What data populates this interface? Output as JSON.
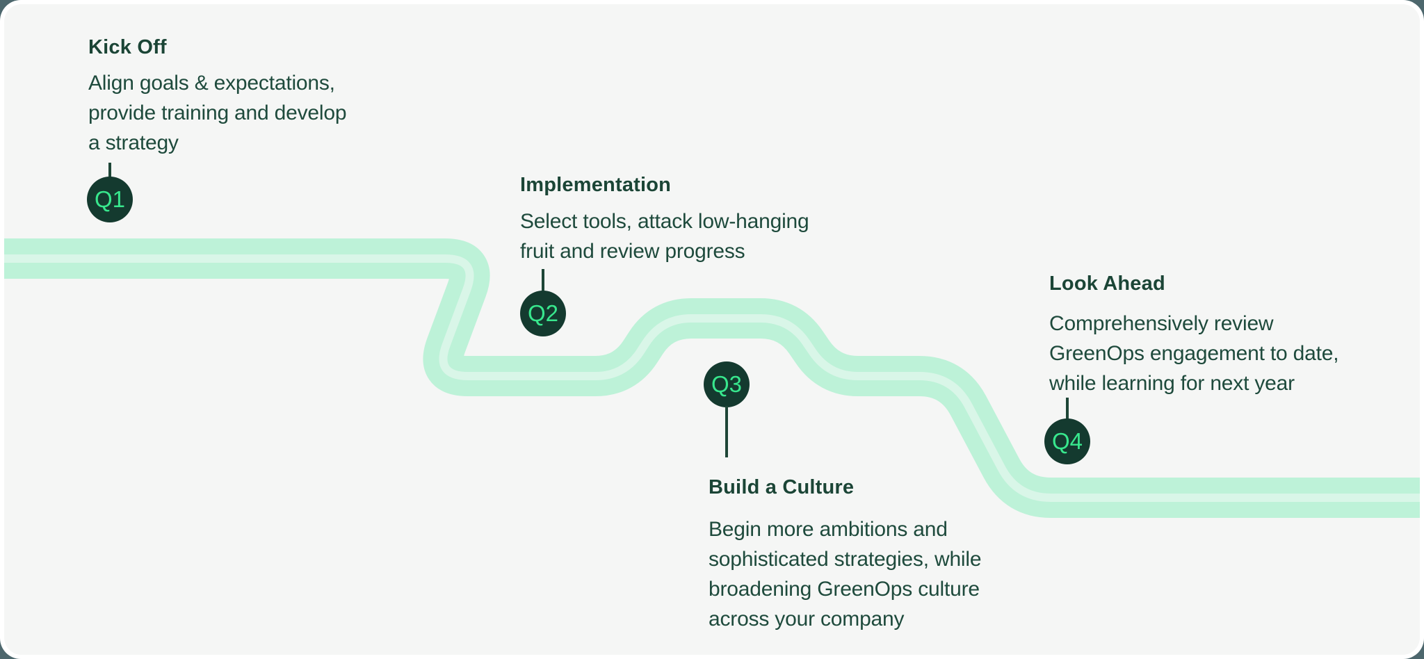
{
  "page": {
    "background": "#4d676d",
    "frame_color": "#ffffff",
    "card_background": "#f5f6f5"
  },
  "path": {
    "band_color": "#bdf2d8",
    "stripe_color": "#d9f6e8"
  },
  "colors": {
    "marker_fill": "#143a2f",
    "marker_label": "#38e78d",
    "title_text": "#1b4536",
    "body_text": "#1e4a3c",
    "stem": "#1e4637"
  },
  "milestones": [
    {
      "label": "Q1",
      "title": "Kick Off",
      "description": "Align goals & expectations,\nprovide training and develop\na strategy"
    },
    {
      "label": "Q2",
      "title": "Implementation",
      "description": "Select tools, attack low-hanging\nfruit and review progress"
    },
    {
      "label": "Q3",
      "title": "Build a Culture",
      "description": "Begin more ambitions and\nsophisticated strategies, while\nbroadening GreenOps culture\nacross your company"
    },
    {
      "label": "Q4",
      "title": "Look Ahead",
      "description": "Comprehensively review\nGreenOps engagement to date,\nwhile learning for next year"
    }
  ]
}
